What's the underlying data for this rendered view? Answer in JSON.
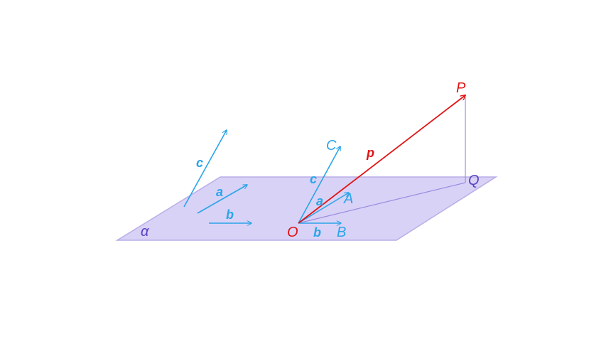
{
  "colors": {
    "plane_fill": "#d9d2f7",
    "plane_edge": "#b9aee6",
    "vector_blue": "#2aa5e8",
    "vector_red": "#e01414",
    "projection": "#9a8de0",
    "label_purple": "#5a3fc0"
  },
  "labels": {
    "plane": "α",
    "free_c": "c",
    "free_a": "a",
    "free_b": "b",
    "point_O": "O",
    "point_A": "A",
    "point_B": "B",
    "point_C": "C",
    "point_P": "P",
    "point_Q": "Q",
    "vec_a": "a",
    "vec_b": "b",
    "vec_c": "c",
    "vec_p": "p"
  }
}
